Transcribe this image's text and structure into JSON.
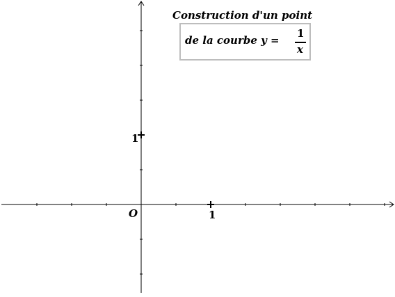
{
  "title": {
    "line1": "Construction d'un point",
    "line2_text": "de la courbe y =",
    "fraction_numerator": "1",
    "fraction_denominator": "x"
  },
  "axes": {
    "origin_label": "O",
    "x_unit_label": "1",
    "y_unit_label": "1"
  },
  "colors": {
    "axis": "#000000",
    "box_border": "#bdbdbd"
  }
}
